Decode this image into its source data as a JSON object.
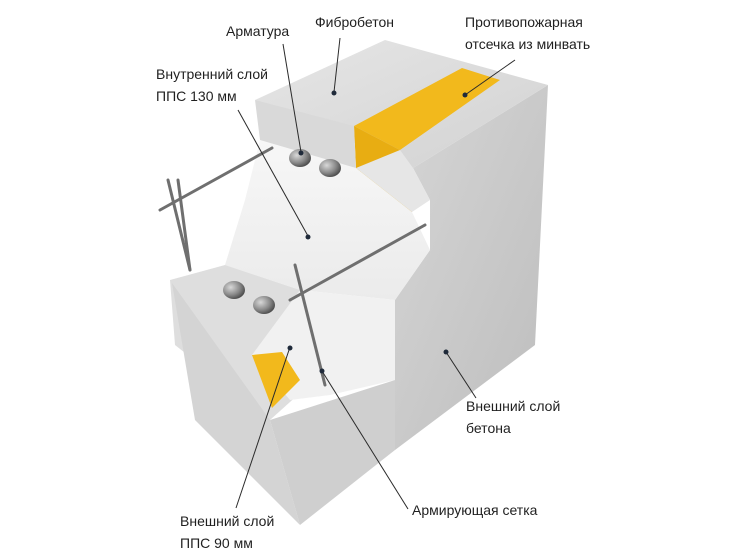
{
  "labels": {
    "armatura": "Арматура",
    "fibrobeton": "Фибробетон",
    "fire_cut": [
      "Противопожарная",
      "отсечка из минвать"
    ],
    "inner_pps": [
      "Внутренний слой",
      "ППС 130 мм"
    ],
    "outer_concrete": [
      "Внешний слой",
      "бетона"
    ],
    "mesh": "Армирующая сетка",
    "outer_pps": [
      "Внешний слой",
      "ППС 90 мм"
    ]
  },
  "colors": {
    "concrete_top": "#dcdcdc",
    "concrete_side": "#c9c9c9",
    "concrete_front": "#e2e2e2",
    "foam": "#f3f3f3",
    "mineral_wool": "#f2b91c",
    "leader_line": "#2a2a2a",
    "marker_dot": "#1f2a3a"
  },
  "icons": [
    "rebar-end-icon"
  ]
}
